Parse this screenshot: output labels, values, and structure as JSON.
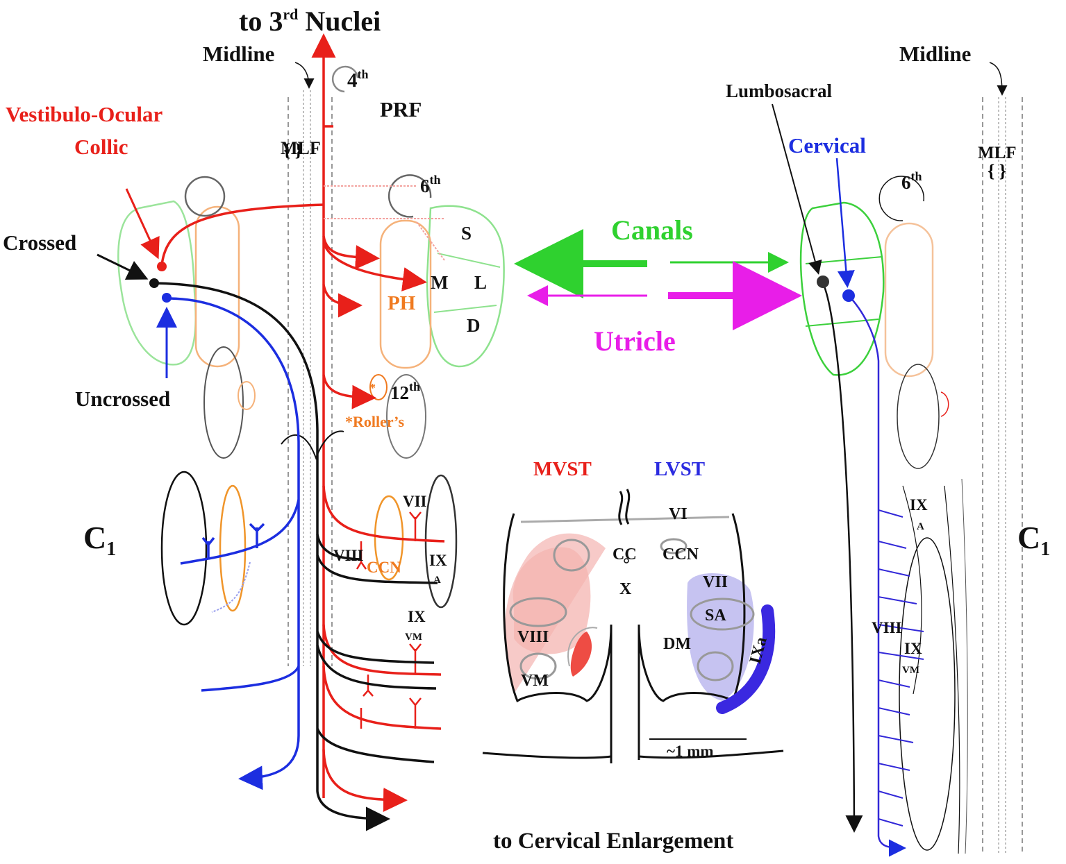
{
  "labels": {
    "to_3rd_nuclei_pre": "to 3",
    "to_3rd_nuclei_sup": "rd",
    "to_3rd_nuclei_post": " Nuclei",
    "midline_left": "Midline",
    "midline_right": "Midline",
    "fourth": "4",
    "fourth_sup": "th",
    "prf": "PRF",
    "vestibulo_ocular": "Vestibulo-Ocular",
    "collic": "Collic",
    "mlf_left": "MLF",
    "mlf_right": "MLF",
    "sixth_left": "6",
    "sixth_left_sup": "th",
    "sixth_right": "6",
    "sixth_right_sup": "th",
    "crossed": "Crossed",
    "uncrossed": "Uncrossed",
    "s": "S",
    "m": "M",
    "l": "L",
    "d": "D",
    "ph": "PH",
    "twelfth": "12",
    "twelfth_sup": "th",
    "asterisk": "*",
    "rollers": "*Roller’s",
    "c1_left": "C",
    "c1_left_sub": "1",
    "c1_right": "C",
    "c1_right_sub": "1",
    "vii_left": "VII",
    "viii_left": "VIII",
    "ccn_left": "CCN",
    "ix_a_left": "IX",
    "ix_a_left_sub": "A",
    "ix_vm_left": "IX",
    "ix_vm_left_sub": "VM",
    "canals": "Canals",
    "utricle": "Utricle",
    "lumbosacral": "Lumbosacral",
    "cervical": "Cervical",
    "mvst": "MVST",
    "lvst": "LVST",
    "vi_x": "VI",
    "cc": "CC",
    "ccn_x": "CCN",
    "x": "X",
    "vii_x": "VII",
    "sa": "SA",
    "dm": "DM",
    "ixa": "IXa",
    "viii_x": "VIII",
    "vm_x": "VM",
    "scale": "~1 mm",
    "ix_a_right": "IX",
    "ix_a_right_sub": "A",
    "viii_right": "VIII",
    "ix_vm_right": "IX",
    "ix_vm_right_sub": "VM",
    "to_cervical": "to Cervical Enlargement"
  },
  "colors": {
    "red": "#e8201a",
    "blue": "#1c2ee0",
    "green": "#2fd12f",
    "magenta": "#e81ee8",
    "orange": "#f07a20",
    "black": "#111111",
    "gray": "#8c8c8c",
    "pink_fill": "#f4b4b0",
    "lavender_fill": "#b8b4ee"
  }
}
